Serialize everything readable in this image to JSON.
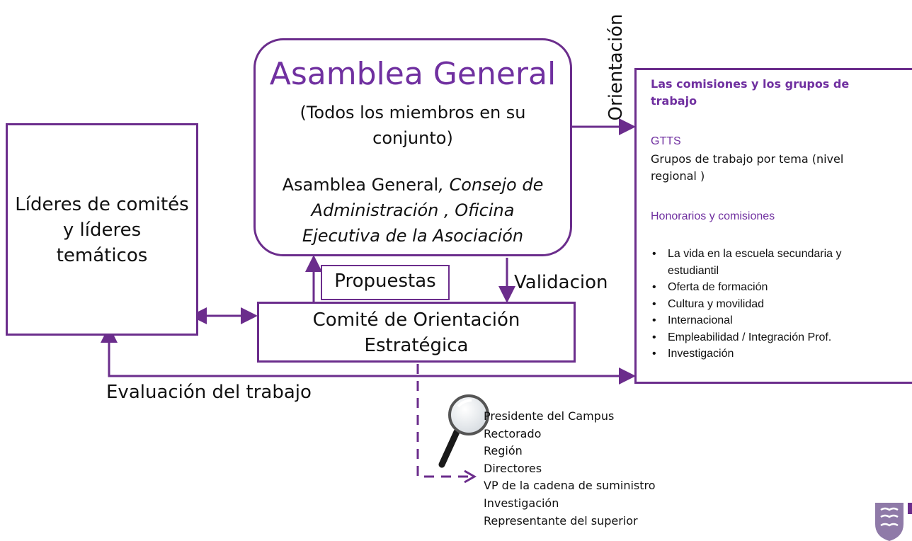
{
  "assembly": {
    "title": "Asamblea General",
    "subtitle": "(Todos los miembros en su conjunto)",
    "bodies_lead": "Asamblea General",
    "bodies_italic": ", Consejo de Administración , Oficina Ejecutiva de la Asociación"
  },
  "leaders": {
    "label": "Líderes de comités y líderes temáticos"
  },
  "committee": {
    "label": "Comité de Orientación Estratégica"
  },
  "flows": {
    "proposals": "Propuestas",
    "validation": "Validacion",
    "evaluation": "Evaluación del trabajo",
    "orientation": "Orientación"
  },
  "commissions": {
    "title": "Las comisiones y los grupos de trabajo",
    "gtts_title": "GTTS",
    "gtts_desc": "Grupos de trabajo por tema (nivel regional )",
    "honors_title": "Honorarios y comisiones",
    "themes": [
      "La vida en la escuela secundaria y estudiantil",
      "Oferta de formación",
      "Cultura y movilidad",
      "Internacional",
      "Empleabilidad  / Integración Prof.",
      "Investigación"
    ]
  },
  "committee_members": [
    "Presidente del Campus",
    "Rectorado",
    "Región",
    "Directores",
    "VP de la cadena de suministro",
    "Investigación",
    "Representante del superior"
  ],
  "icons": {
    "magnifier": "magnifier-icon",
    "logo": "logo-icon"
  },
  "colors": {
    "accent": "#6b2d8c",
    "title": "#7030a0"
  }
}
